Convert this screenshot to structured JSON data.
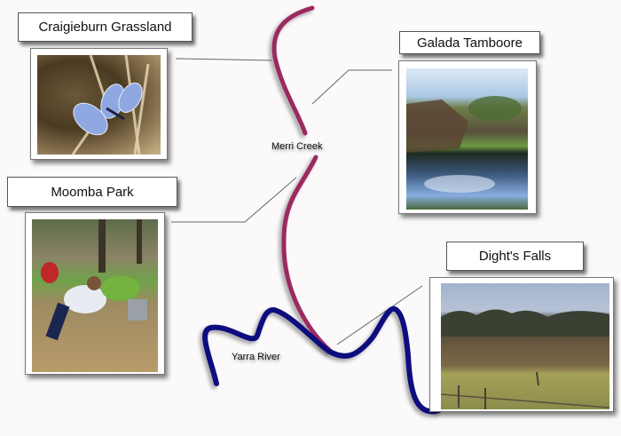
{
  "sites": [
    {
      "name": "Craigieburn Grassland",
      "photo": "butterfly-on-grass"
    },
    {
      "name": "Galada Tamboore",
      "photo": "creek-pool-with-rocks"
    },
    {
      "name": "Moomba Park",
      "photo": "people-planting-trees"
    },
    {
      "name": "Dight's Falls",
      "photo": "grassy-hill-with-trees"
    }
  ],
  "rivers": [
    {
      "name": "Merri Creek",
      "color": "#9b2a60"
    },
    {
      "name": "Yarra River",
      "color": "#0c0e7e"
    }
  ],
  "colors": {
    "background": "#fbf9fa",
    "leader_line": "#666666"
  }
}
